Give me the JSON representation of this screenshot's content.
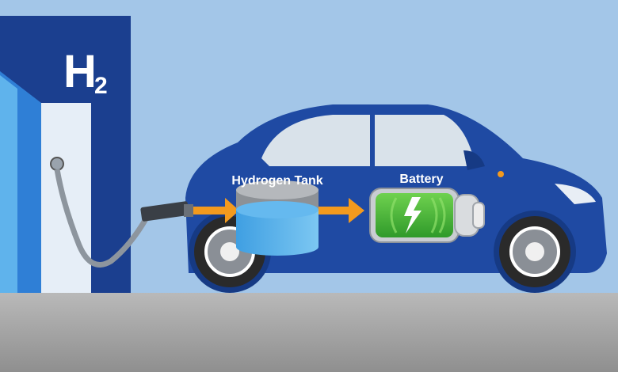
{
  "station": {
    "label_main": "H",
    "label_sub": "2"
  },
  "labels": {
    "tank": "Hydrogen Tank",
    "battery": "Battery"
  },
  "colors": {
    "sky": "#a3c6e8",
    "car": "#1f4aa3",
    "station": "#1b3f8f",
    "arrow": "#f39a1e",
    "battery": "#4fc23a",
    "water": "#4aa8e6"
  }
}
